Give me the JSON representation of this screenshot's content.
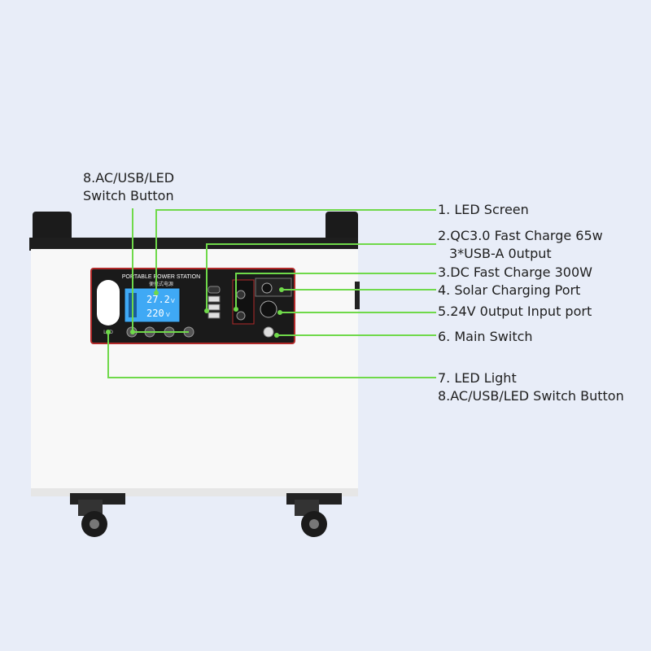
{
  "top_label": {
    "line1": "8.AC/USB/LED",
    "line2": "Switch Button"
  },
  "callouts": [
    {
      "id": "led-screen",
      "text": "1. LED Screen"
    },
    {
      "id": "qc-fast-charge",
      "text": "2.QC3.0 Fast Charge 65w"
    },
    {
      "id": "usb-a-output",
      "text": "3*USB-A 0utput"
    },
    {
      "id": "dc-fast-charge",
      "text": "3.DC Fast Charge 300W"
    },
    {
      "id": "solar-port",
      "text": "4. Solar Charging Port"
    },
    {
      "id": "dc-24v-port",
      "text": "5.24V 0utput Input port"
    },
    {
      "id": "main-switch",
      "text": "6. Main Switch"
    },
    {
      "id": "led-light",
      "text": "7. LED Light"
    },
    {
      "id": "switch-button",
      "text": "8.AC/USB/LED Switch Button"
    }
  ],
  "panel": {
    "title": "PORTABLE POWER STATION",
    "subtitle": "便携式电源",
    "lcd_line1": "27.2",
    "lcd_line2": "220",
    "lcd_unit1": "V",
    "lcd_unit2": "V",
    "led_tag": "LED"
  },
  "colors": {
    "background": "#e8edf8",
    "callout_line": "#6fd94a",
    "case": "#f7f7f7",
    "handle": "#1b1b1b",
    "panel": "#1a1a1a",
    "panel_border": "#b22a2a",
    "lcd": "#3fa9f5"
  }
}
